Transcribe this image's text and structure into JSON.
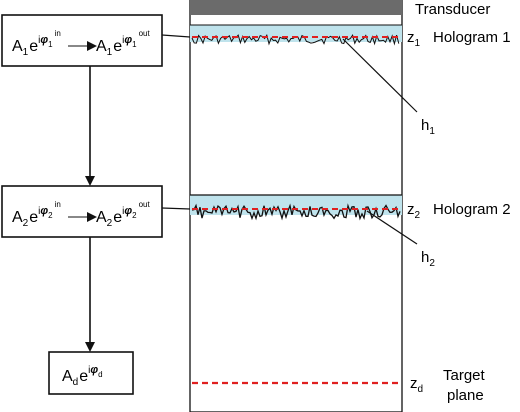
{
  "labels": {
    "transducer": "Transducer",
    "hologram1": "Hologram 1",
    "hologram2": "Hologram 2",
    "target_line1": "Target",
    "target_line2": "plane"
  },
  "planes": {
    "z1": {
      "base": "z",
      "sub": "1"
    },
    "z2": {
      "base": "z",
      "sub": "2"
    },
    "zd": {
      "base": "z",
      "sub": "d"
    }
  },
  "heights": {
    "h1": {
      "base": "h",
      "sub": "1"
    },
    "h2": {
      "base": "h",
      "sub": "2"
    }
  },
  "boxes": {
    "box1": {
      "amp": "A",
      "sub": "1",
      "exp_i": "i",
      "phi": "φ",
      "phi_sub": "1",
      "in": "in",
      "out": "out"
    },
    "box2": {
      "amp": "A",
      "sub": "2",
      "exp_i": "i",
      "phi": "φ",
      "phi_sub": "2",
      "in": "in",
      "out": "out"
    },
    "boxd": {
      "amp": "A",
      "sub": "d",
      "exp_i": "i",
      "phi": "φ",
      "phi_sub": "d"
    }
  },
  "colors": {
    "transducer": "#6b6b6b",
    "hologram": "#bfe3ec",
    "dashed_plane": "#e02020",
    "stroke": "#111111"
  }
}
